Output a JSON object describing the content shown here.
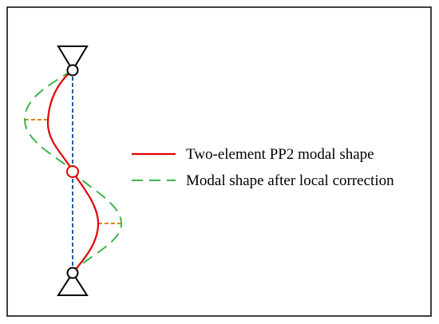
{
  "legend": {
    "items": [
      {
        "label": "Two-element PP2 modal shape",
        "color": "#e00000",
        "style": "solid"
      },
      {
        "label": "Modal shape after local correction",
        "color": "#3cb44b",
        "style": "dashed"
      }
    ]
  },
  "colors": {
    "frame": "#000000",
    "member_axis": "#1f5fa8",
    "amplitude_marker": "#d9891a",
    "supports": "#000000"
  },
  "icons": {
    "top_support": "pin-support-triangle-icon",
    "bottom_support": "pin-support-triangle-icon",
    "mid_node": "hinge-node-icon"
  }
}
